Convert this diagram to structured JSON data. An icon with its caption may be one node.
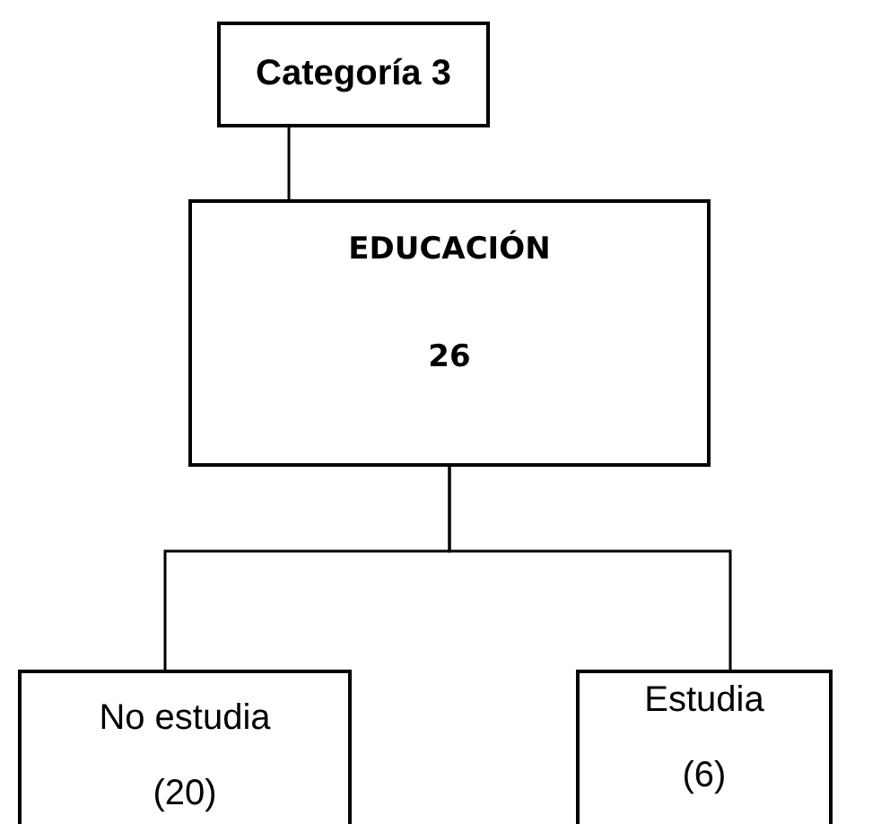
{
  "diagram": {
    "nodes": [
      {
        "text": [
          "Categoría 3"
        ]
      },
      {
        "text": [
          "EDUCACIÓN",
          "26"
        ]
      },
      {
        "text": [
          "No estudia",
          "(20)"
        ]
      },
      {
        "text": [
          "Estudia",
          "(6)"
        ]
      }
    ],
    "edges": [
      {
        "from": 0,
        "to": 1,
        "arrow": "none"
      },
      {
        "from": 1,
        "to": 2,
        "arrow": "none"
      },
      {
        "from": 1,
        "to": 3,
        "arrow": "none"
      }
    ]
  }
}
